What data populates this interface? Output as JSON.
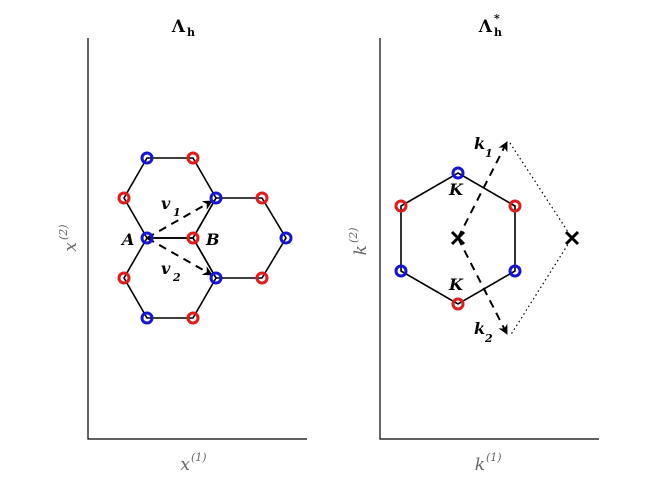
{
  "left_panel": {
    "title_main": "Λ",
    "title_sub": "h",
    "xlabel_main": "x",
    "xlabel_sup": "(1)",
    "ylabel_main": "x",
    "ylabel_sup": "(2)",
    "site_a_label": "A",
    "site_b_label": "B",
    "v1_main": "v",
    "v1_sub": "1",
    "v2_main": "v",
    "v2_sub": "2"
  },
  "right_panel": {
    "title_main": "Λ",
    "title_sub": "h",
    "title_sup": "*",
    "xlabel_main": "k",
    "xlabel_sup": "(1)",
    "ylabel_main": "k",
    "ylabel_sup": "(2)",
    "k1_main": "k",
    "k1_sub": "1",
    "k2_main": "k",
    "k2_sub": "2",
    "K_top": "K",
    "K_bottom": "K"
  },
  "colors": {
    "sublattice_a": "#1515d6",
    "sublattice_b": "#e01b1b"
  }
}
